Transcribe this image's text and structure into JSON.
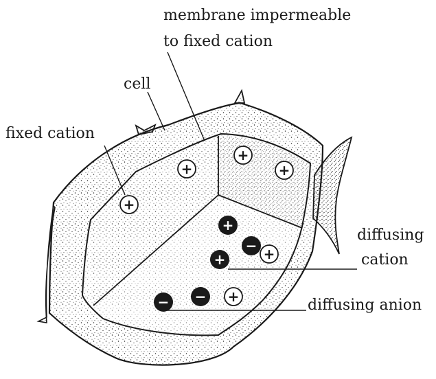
{
  "labels": {
    "membrane_line1": "membrane impermeable",
    "membrane_line2": "to fixed cation",
    "cell": "cell",
    "fixed_cation": "fixed cation",
    "diffusing_cation_line1": "diffusing",
    "diffusing_cation_line2": "cation",
    "diffusing_anion": "diffusing anion"
  },
  "symbols": {
    "cation": "+",
    "anion": "−"
  },
  "colors": {
    "ink": "#1a1a1a",
    "background": "#ffffff",
    "stipple": "#2a2a2a",
    "mobile_ion_fill": "#1a1a1a",
    "fixed_ion_fill": "#ffffff"
  },
  "legend_semantics": {
    "open_circle_plus": "fixed cation",
    "filled_circle_plus": "diffusing cation",
    "filled_circle_minus": "diffusing anion"
  }
}
